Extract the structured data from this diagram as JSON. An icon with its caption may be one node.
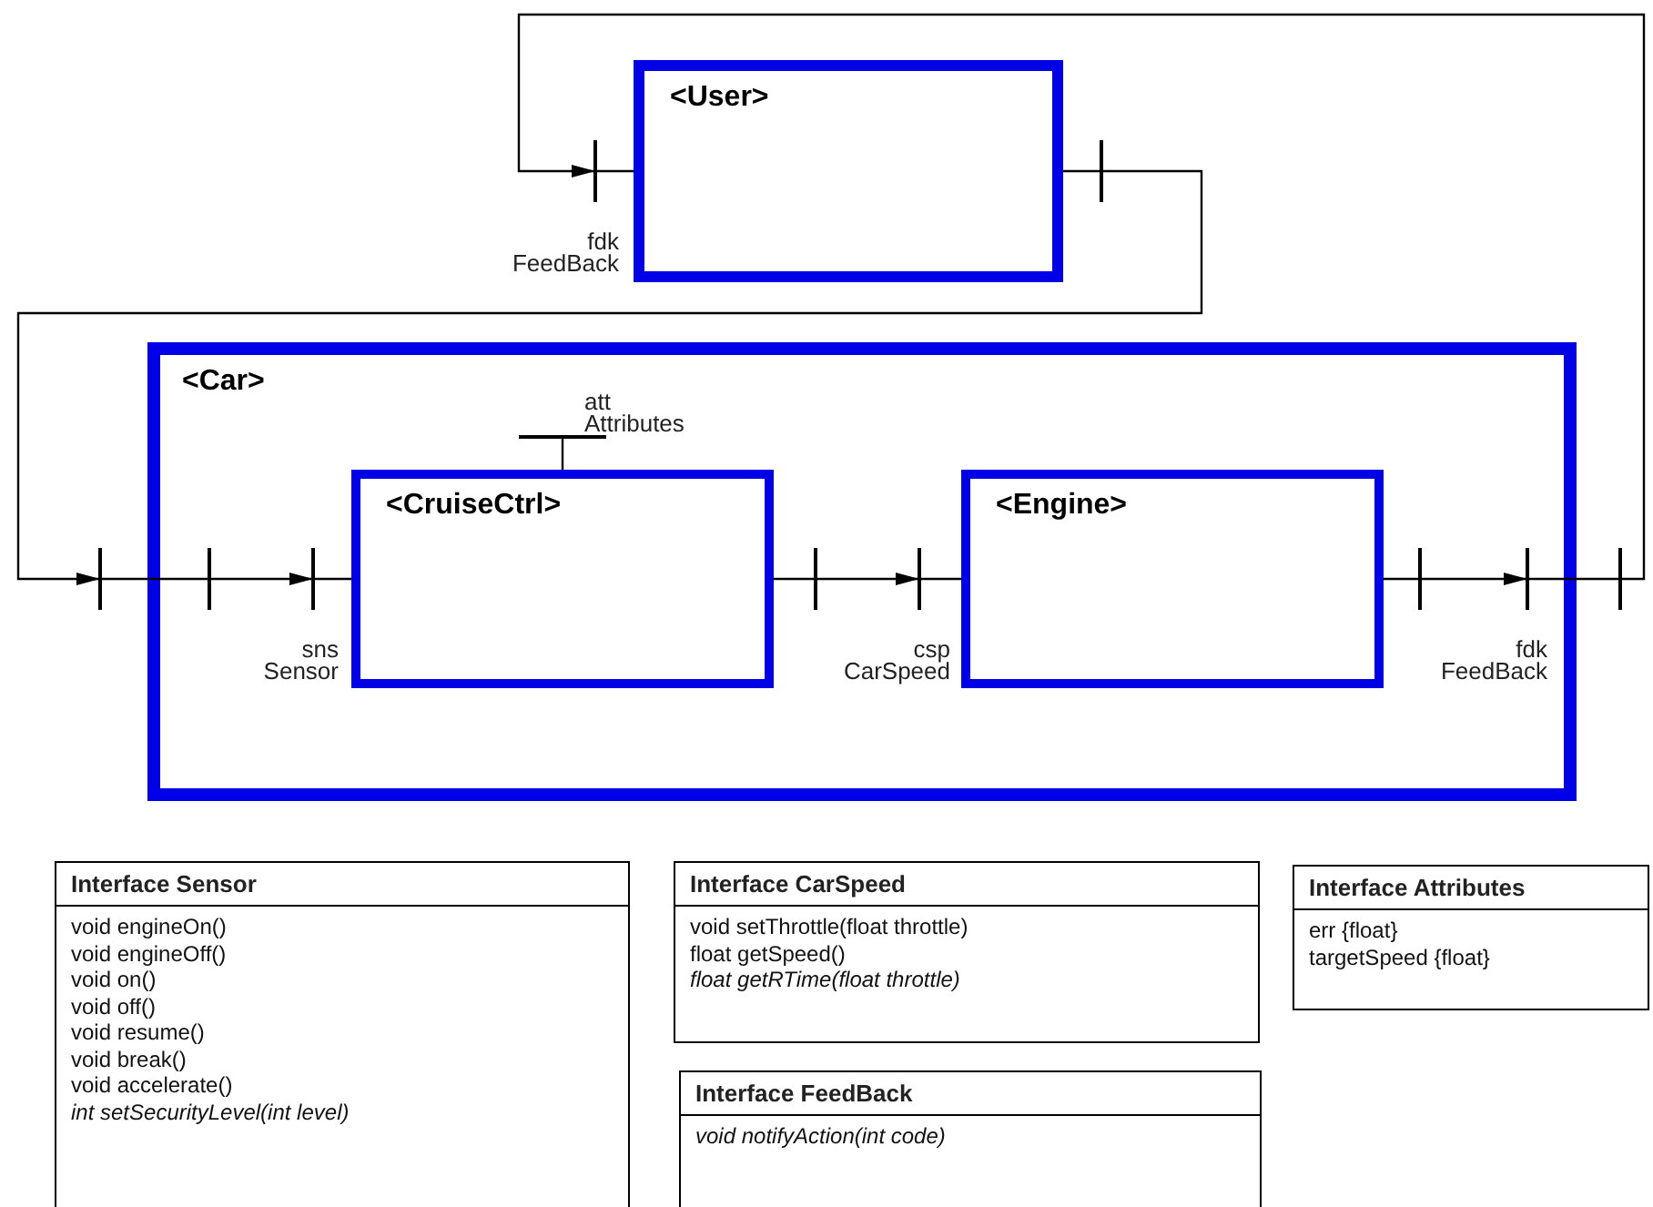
{
  "diagram": {
    "nodes": [
      {
        "text": [
          "<User>"
        ]
      },
      {
        "text": [],
        "shape": "bar",
        "beside": [
          "fdk",
          "FeedBack"
        ]
      },
      {
        "text": [],
        "shape": "bar"
      },
      {
        "text": [
          "<Car>"
        ]
      },
      {
        "text": [],
        "shape": "bar"
      },
      {
        "text": [],
        "shape": "bar",
        "in": 3
      },
      {
        "text": [],
        "shape": "bar",
        "in": 3,
        "beside": [
          "sns",
          "Sensor"
        ]
      },
      {
        "text": [
          "<CruiseCtrl>"
        ],
        "in": 3
      },
      {
        "text": [],
        "shape": "bar",
        "in": 3
      },
      {
        "text": [],
        "shape": "bar",
        "in": 3,
        "beside": [
          "att",
          "Attributes"
        ]
      },
      {
        "text": [],
        "shape": "bar",
        "in": 3,
        "beside": [
          "csp",
          "CarSpeed"
        ]
      },
      {
        "text": [
          "<Engine>"
        ],
        "in": 3
      },
      {
        "text": [],
        "shape": "bar",
        "in": 3
      },
      {
        "text": [],
        "shape": "bar",
        "in": 3,
        "beside": [
          "fdk",
          "FeedBack"
        ]
      },
      {
        "text": [],
        "shape": "bar"
      },
      {
        "text": [
          "Interface Sensor",
          "void engineOn()",
          "void engineOff()",
          "void on()",
          "void off()",
          "void resume()",
          "void break()",
          "void accelerate()",
          "*int setSecurityLevel(int level)*"
        ]
      },
      {
        "text": [
          "Interface CarSpeed",
          "void setThrottle(float throttle)",
          "float getSpeed()",
          "*float getRTime(float throttle)*"
        ]
      },
      {
        "text": [
          "Interface FeedBack",
          "*void notifyAction(int code)*"
        ]
      },
      {
        "text": [
          "Interface Attributes",
          "err {float}",
          "targetSpeed {float}"
        ]
      }
    ],
    "edges": [
      {
        "from": 0,
        "to": 1,
        "arrow": "none"
      },
      {
        "from": 0,
        "to": 2,
        "arrow": "none"
      },
      {
        "from": 2,
        "to": 4,
        "arrow": "to"
      },
      {
        "from": 14,
        "to": 1,
        "arrow": "to"
      },
      {
        "from": 4,
        "to": 5,
        "arrow": "none"
      },
      {
        "from": 5,
        "to": 6,
        "arrow": "to"
      },
      {
        "from": 6,
        "to": 7,
        "arrow": "none"
      },
      {
        "from": 9,
        "to": 7,
        "arrow": "none"
      },
      {
        "from": 7,
        "to": 8,
        "arrow": "none"
      },
      {
        "from": 8,
        "to": 10,
        "arrow": "to"
      },
      {
        "from": 10,
        "to": 11,
        "arrow": "none"
      },
      {
        "from": 11,
        "to": 12,
        "arrow": "none"
      },
      {
        "from": 12,
        "to": 13,
        "arrow": "to"
      },
      {
        "from": 13,
        "to": 14,
        "arrow": "none"
      }
    ]
  }
}
